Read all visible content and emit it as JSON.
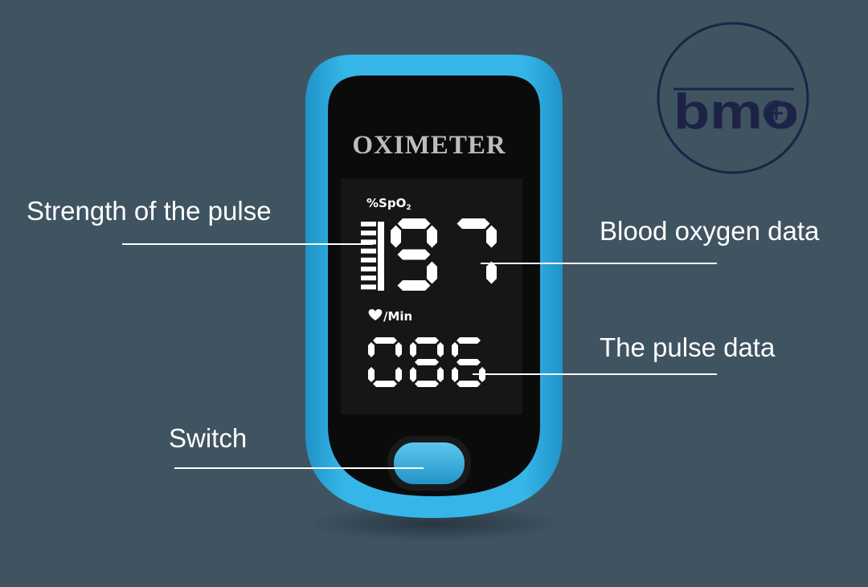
{
  "device": {
    "brand_text": "OXIMETER",
    "spo2_label": "%SpO",
    "spo2_subscript": "2",
    "spo2_value": "97",
    "pulse_label": "/Min",
    "pulse_value": "086",
    "pulse_strength_bars": 8
  },
  "callouts": {
    "strength": "Strength of the pulse",
    "oxygen": "Blood oxygen data",
    "pulse": "The pulse data",
    "switch": "Switch"
  },
  "logo": {
    "text": "bmo"
  },
  "colors": {
    "background": "#3f5361",
    "shell": "#2aa8dc",
    "face": "#0b0b0c",
    "display": "#161616",
    "segments": "#ffffff",
    "logo": "#1c2346"
  },
  "icons": {
    "heart": "heart-icon",
    "power_button": "switch-button"
  }
}
